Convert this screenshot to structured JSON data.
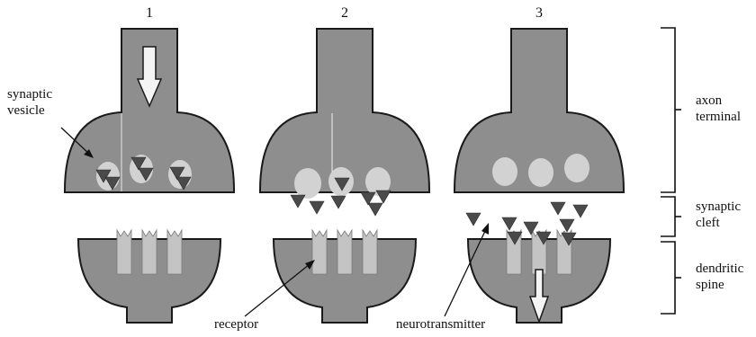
{
  "stages": [
    {
      "number": "1"
    },
    {
      "number": "2"
    },
    {
      "number": "3"
    }
  ],
  "labels": {
    "synaptic_vesicle": [
      "synaptic",
      "vesicle"
    ],
    "receptor": "receptor",
    "neurotransmitter": "neurotransmitter"
  },
  "brackets": {
    "axon_terminal": [
      "axon",
      "terminal"
    ],
    "synaptic_cleft": [
      "synaptic",
      "cleft"
    ],
    "dendritic_spine": [
      "dendritic",
      "spine"
    ]
  },
  "colors": {
    "terminal_fill": "#8e8e8e",
    "outline": "#1a1a1a",
    "vesicle_fill": "#d2d2d2",
    "receptor_fill": "#c4c4c4",
    "neurotransmitter_fill": "#4a4a4a",
    "arrow_fill": "#f4f4f4"
  }
}
